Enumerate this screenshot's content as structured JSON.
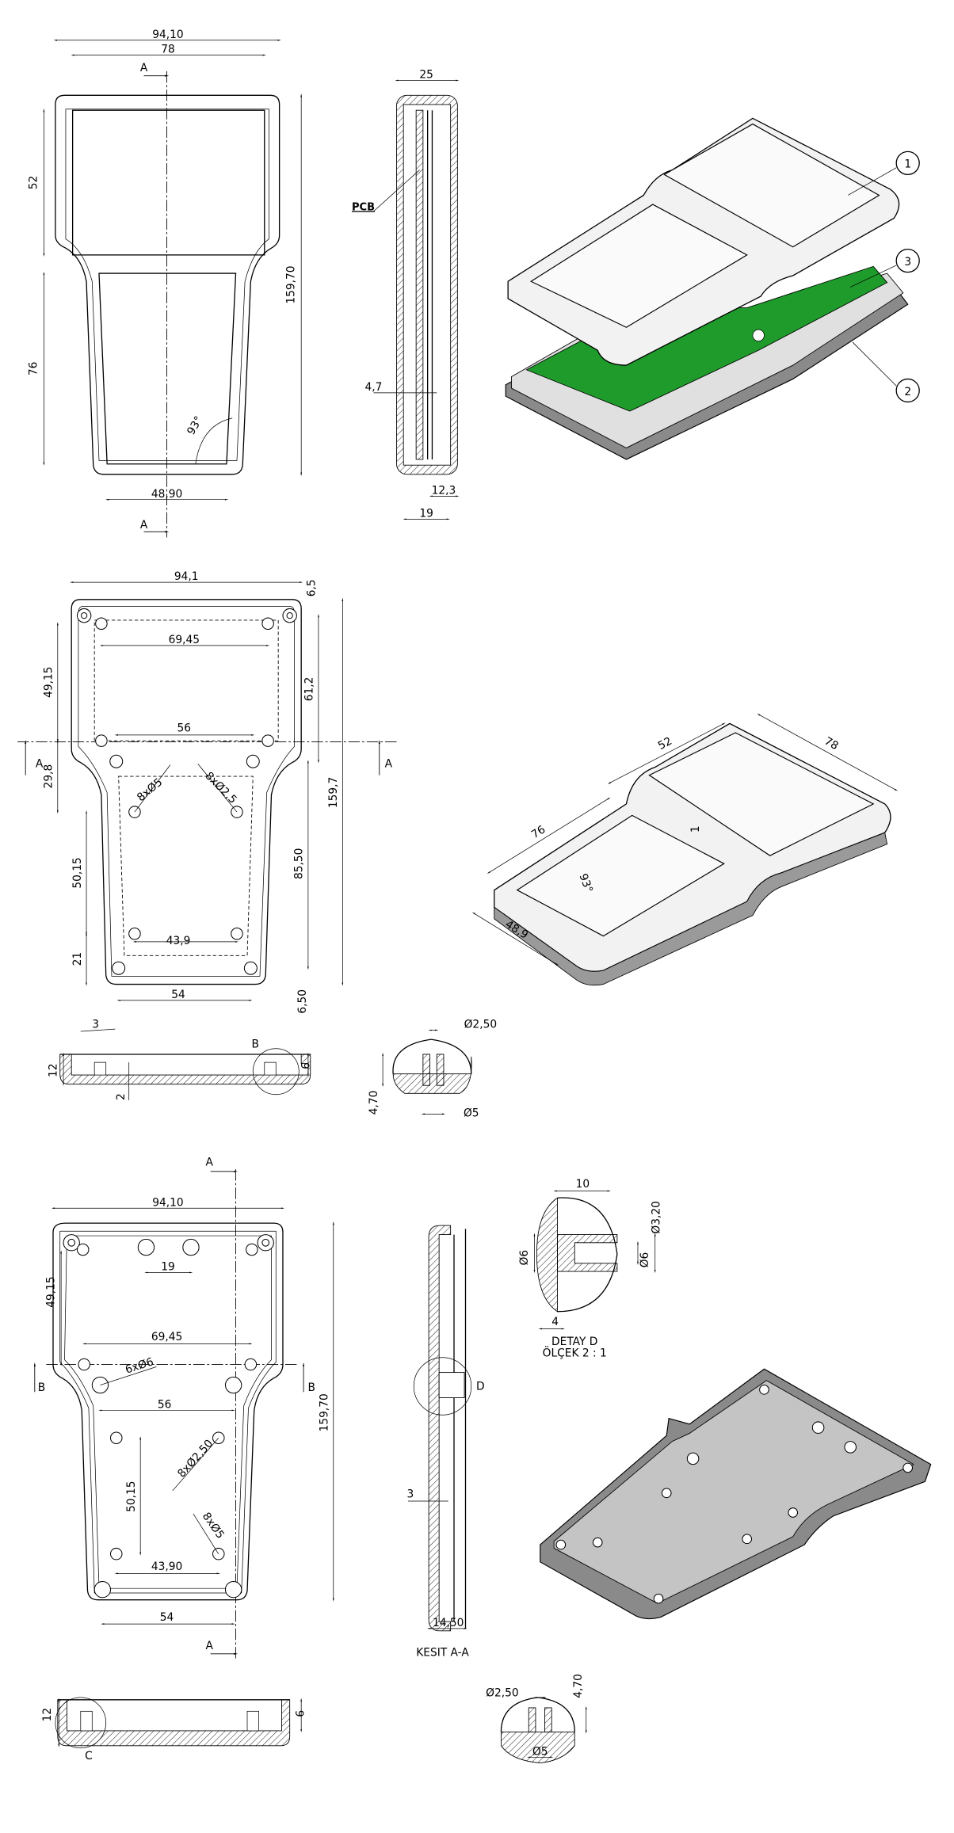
{
  "colors": {
    "pcb": "#1e9b2a",
    "lid": "#f2f2f2",
    "base": "#8a8a8a",
    "base_inner": "#c4c4c4"
  },
  "view1": {
    "w_outer": "94,10",
    "w_window": "78",
    "h_top": "52",
    "h_bottom": "76",
    "h_total": "159,70",
    "w_bottom": "48,90",
    "angle": "93°",
    "section": "A",
    "side_w": "25",
    "side_pcb": "PCB",
    "side_47": "4,7",
    "side_123": "12,3",
    "side_19": "19",
    "balloon1": "1",
    "balloon2": "2",
    "balloon3": "3"
  },
  "view2": {
    "w": "94,1",
    "d6945": "69,45",
    "d56": "56",
    "d439": "43,9",
    "d54": "54",
    "d4915": "49,15",
    "d298": "29,8",
    "d5015": "50,15",
    "d21": "21",
    "d612": "61,2",
    "d855": "85,50",
    "d1597": "159,7",
    "d65a": "6,5",
    "d65b": "6,50",
    "holes5": "8xØ5",
    "holes25": "8xØ2,5",
    "section": "A",
    "s3": "3",
    "s12": "12",
    "s9": "9",
    "s2": "2",
    "detB": "B",
    "b_d25": "Ø2,50",
    "b_d5": "Ø5",
    "b_h": "4,70",
    "iso52": "52",
    "iso78": "78",
    "iso76": "76",
    "iso1": "1",
    "iso93": "93°",
    "iso489": "48,9"
  },
  "view3": {
    "w": "94,10",
    "d19": "19",
    "d4915": "49,15",
    "d6945": "69,45",
    "holes6": "6xØ6",
    "d56": "56",
    "d5015": "50,15",
    "holes25": "8xØ2,50",
    "holes5": "8xØ5",
    "d4390": "43,90",
    "d54": "54",
    "h": "159,70",
    "secA": "A",
    "secB": "B",
    "kesit_3": "3",
    "kesit_w": "14,50",
    "kesit_title": "KESIT A-A",
    "detD": "D",
    "d10": "10",
    "d320": "Ø3,20",
    "d6a": "Ø6",
    "d6b": "Ø6",
    "d4": "4",
    "detay_title": "DETAY D",
    "detay_scale": "ÖLÇEK 2 : 1",
    "s12": "12",
    "s9": "9",
    "detC": "C",
    "c_d25": "Ø2,50",
    "c_h": "4,70",
    "c_d5": "Ø5"
  }
}
